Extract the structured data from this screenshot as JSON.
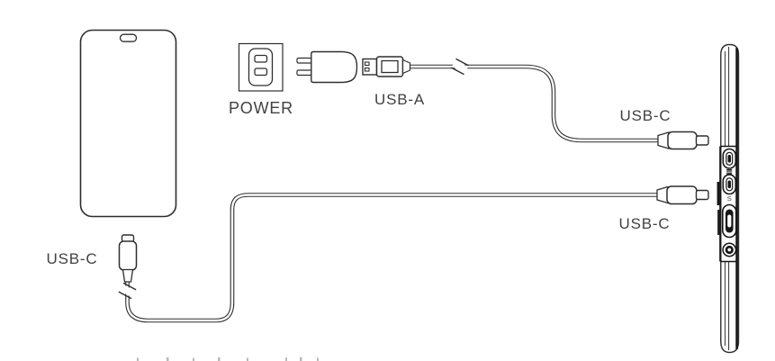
{
  "page": {
    "type": "connection-diagram",
    "description": "Cable connection diagram: phone and power adapter connected to a pen-display via USB cables",
    "background": "#ffffff"
  },
  "colors": {
    "line": "#2e2e2e",
    "dark": "#161616",
    "label": "#414141",
    "faint": "#b9b9b9"
  },
  "diagram": {
    "labels": {
      "power": "POWER",
      "usb_a": "USB-A",
      "usb_c_display_top": "USB-C",
      "usb_c_display_bottom": "USB-C",
      "usb_c_phone": "USB-C"
    },
    "components": [
      {
        "name": "smartphone-icon"
      },
      {
        "name": "power-outlet-icon"
      },
      {
        "name": "power-adapter-icon"
      },
      {
        "name": "usb-a-connector-icon"
      },
      {
        "name": "usb-c-connector-icon-top-cable"
      },
      {
        "name": "usb-c-connector-icon-phone-cable"
      },
      {
        "name": "usb-c-connector-icon-bottom-cable"
      },
      {
        "name": "pen-display-side-view-icon"
      }
    ]
  }
}
